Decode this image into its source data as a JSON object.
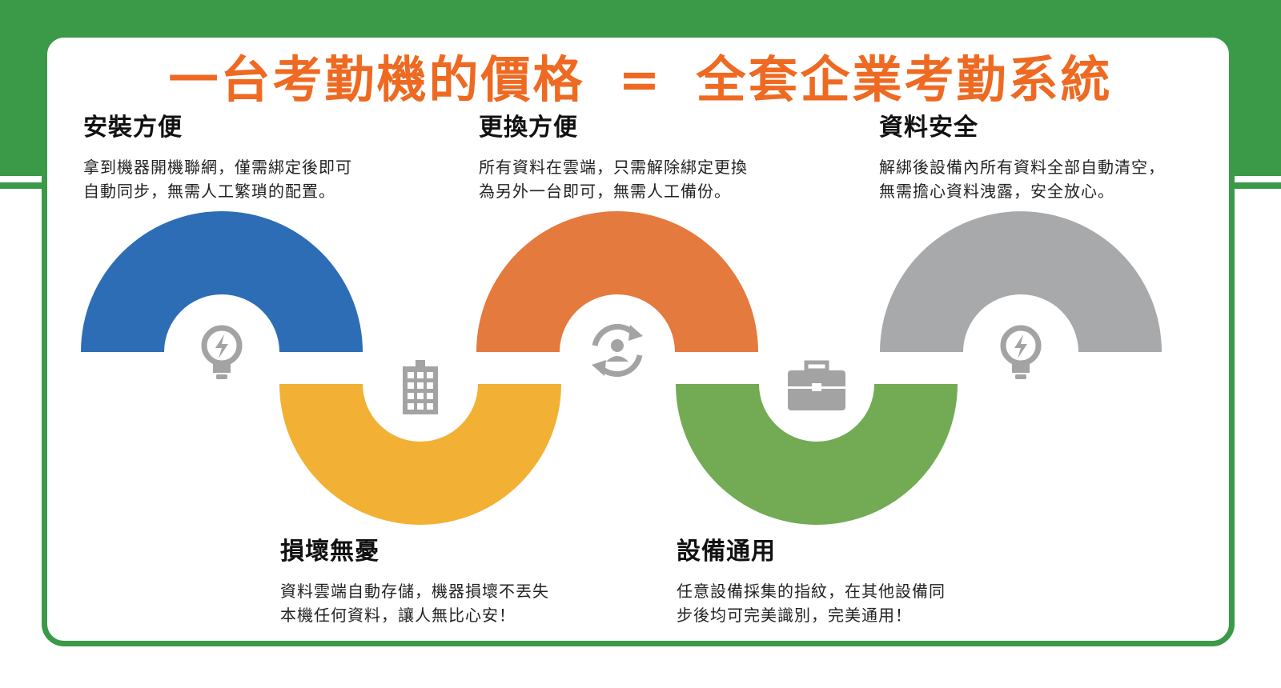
{
  "title": {
    "left": "一台考勤機的價格",
    "eq": "=",
    "right": "全套企業考勤系統"
  },
  "features": [
    {
      "title": "安裝方便",
      "lines": [
        "拿到機器開機聯網，僅需綁定後即可",
        "自動同步，無需人工繁瑣的配置。"
      ],
      "color": "#2d6db5",
      "icon": "lightbulb-icon"
    },
    {
      "title": "損壞無憂",
      "lines": [
        "資料雲端自動存儲，機器損壞不丟失",
        "本機任何資料，讓人無比心安！"
      ],
      "color": "#f2b134",
      "icon": "building-icon"
    },
    {
      "title": "更換方便",
      "lines": [
        "所有資料在雲端，只需解除綁定更換",
        "為另外一台即可，無需人工備份。"
      ],
      "color": "#e47a3e",
      "icon": "user-sync-icon"
    },
    {
      "title": "設備通用",
      "lines": [
        "任意設備採集的指紋，在其他設備同",
        "步後均可完美識別，完美通用！"
      ],
      "color": "#72ab54",
      "icon": "briefcase-icon"
    },
    {
      "title": "資料安全",
      "lines": [
        "解綁後設備內所有資料全部自動清空，",
        "無需擔心資料洩露，安全放心。"
      ],
      "color": "#a8a9ab",
      "icon": "lightbulb-icon"
    }
  ],
  "colors": {
    "brand_green": "#3a9a48",
    "title_orange": "#ee6a22",
    "icon_gray": "#a3a3a3"
  }
}
